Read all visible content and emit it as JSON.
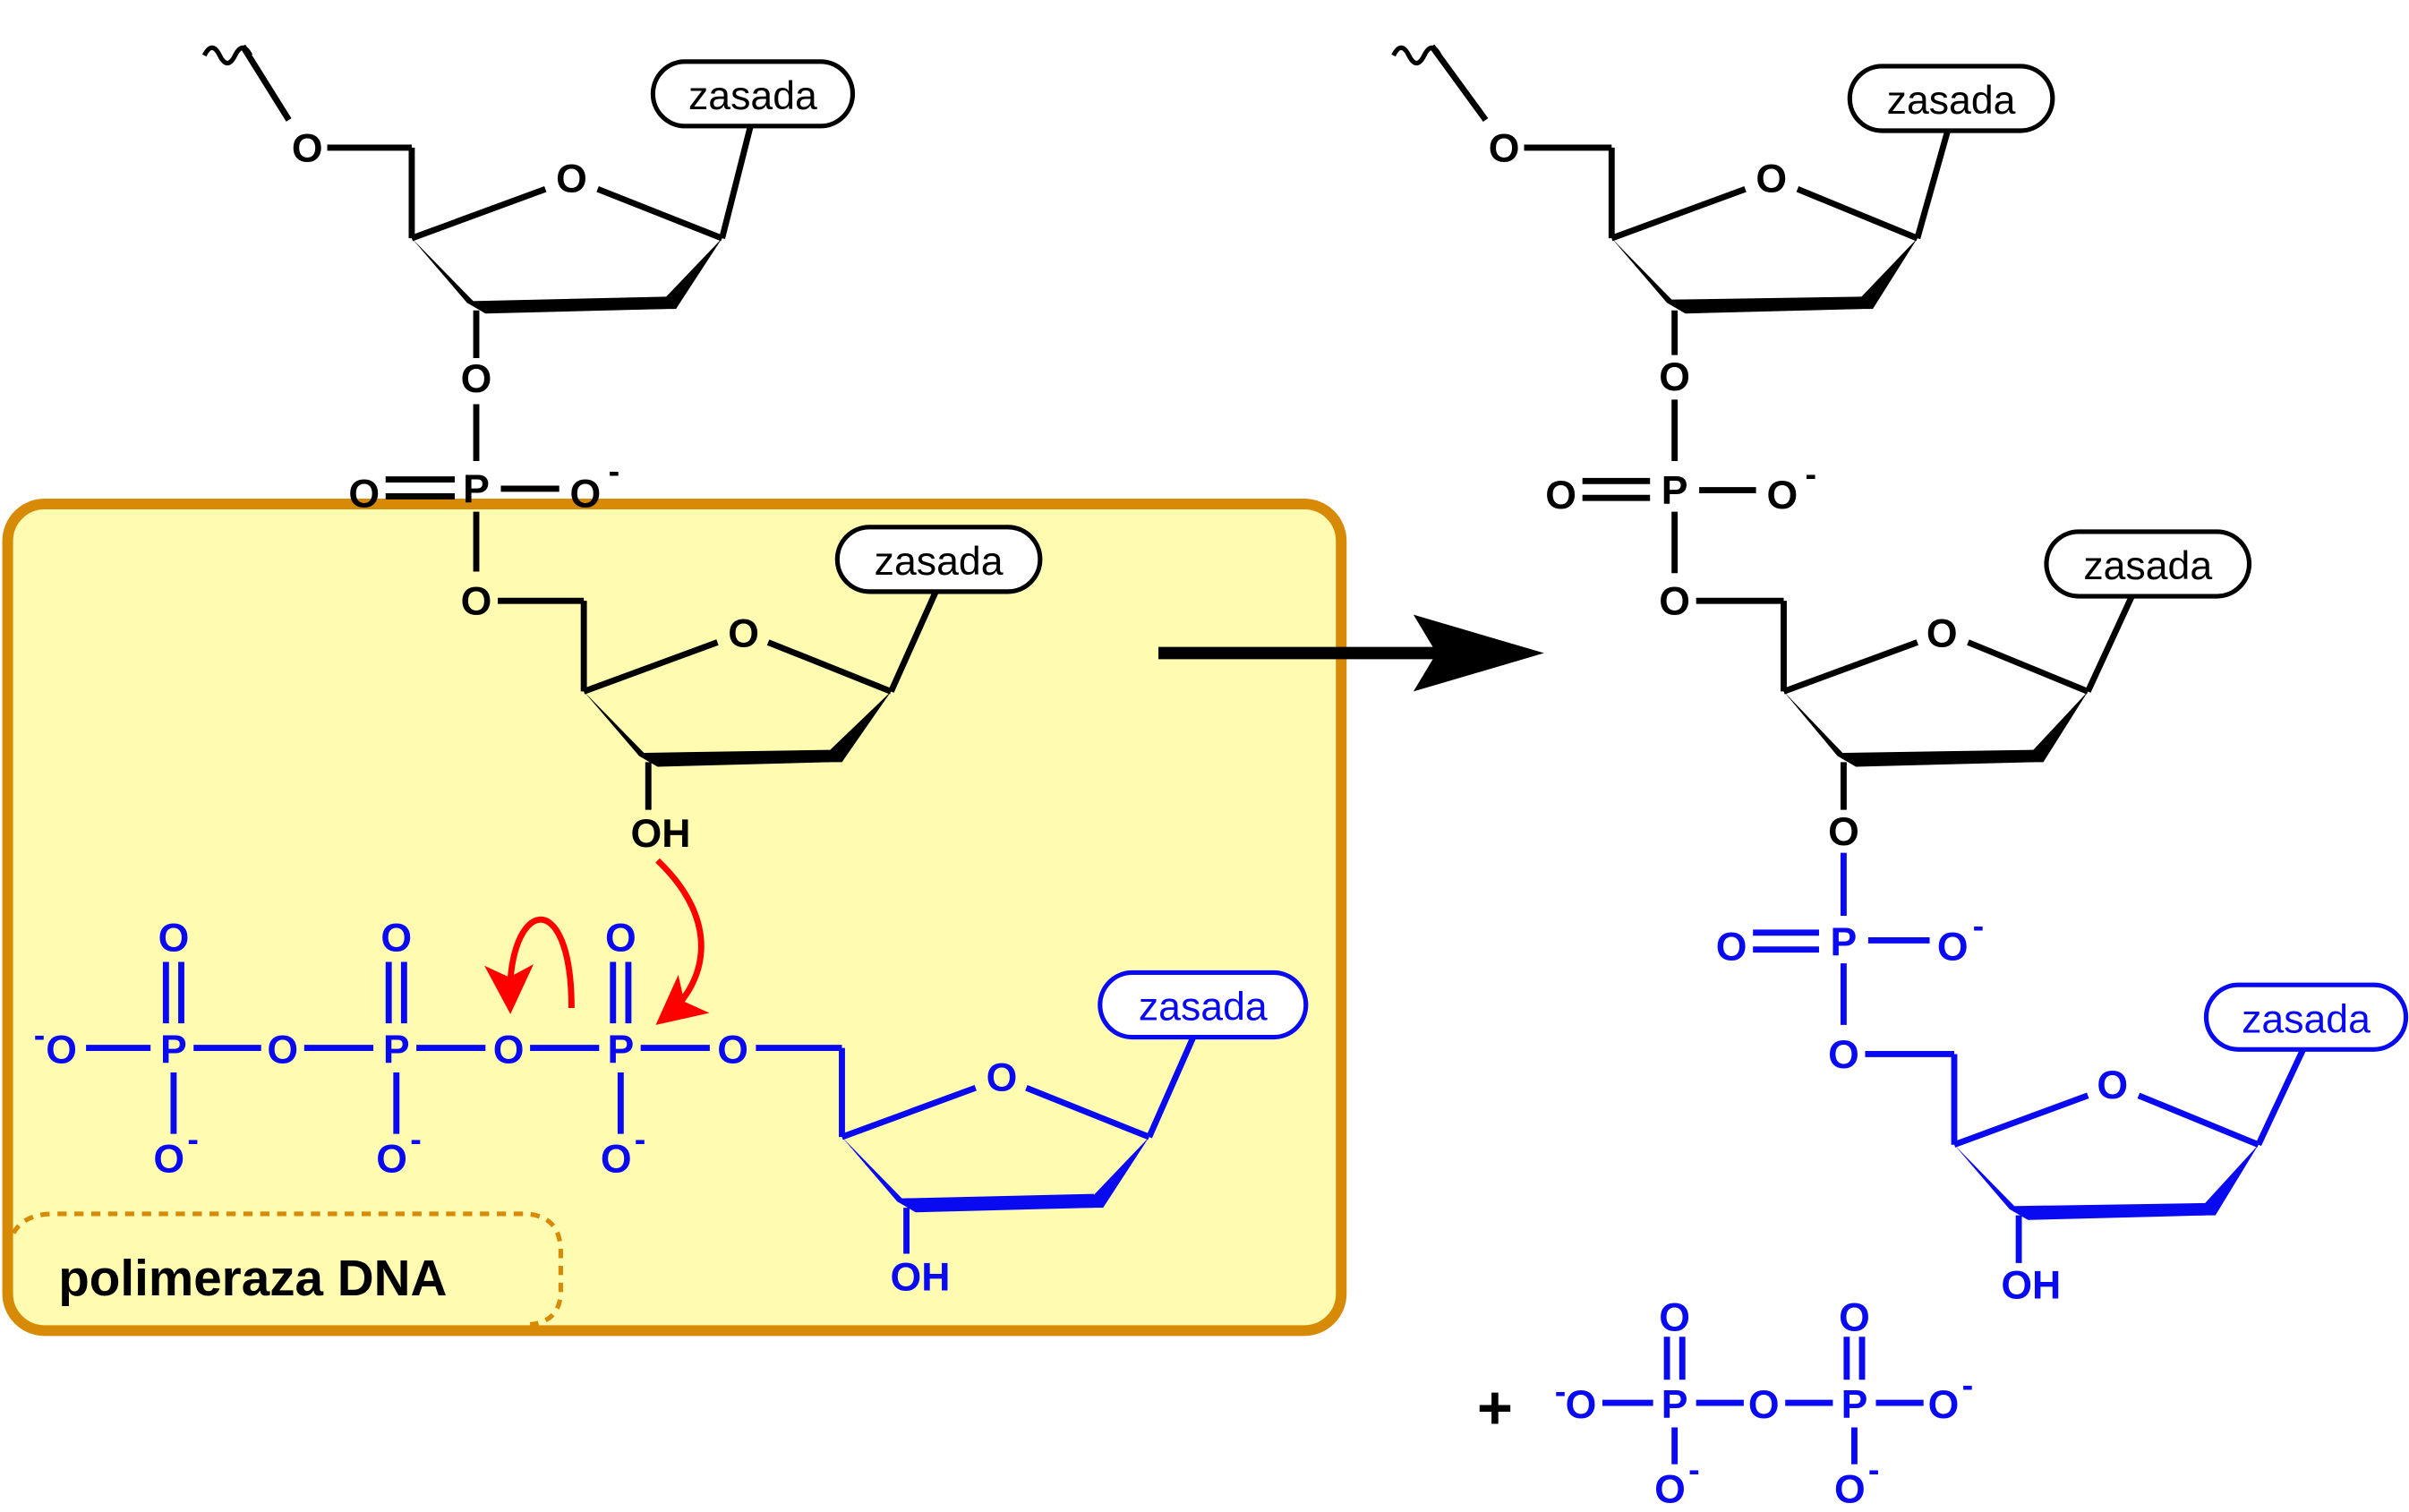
{
  "base_label": "zasada",
  "enzyme_label": "polimeraza DNA",
  "atoms": {
    "oxygen": "O",
    "phosphorus": "P",
    "hydroxyl": "OH",
    "minus": "-"
  },
  "plus_sign": "+",
  "colors": {
    "existing_strand": "#000000",
    "incoming_nucleotide": "#0a0af0",
    "enzyme_fill": "#fffbb0",
    "enzyme_border": "#d78a06",
    "arrow_mechanism": "#ff0000"
  }
}
